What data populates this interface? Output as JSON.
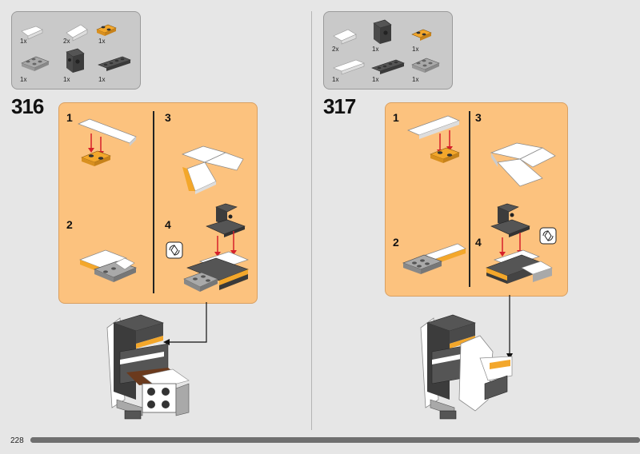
{
  "left_page": {
    "parts": [
      {
        "qty": "1x",
        "name": "white-curved-slope"
      },
      {
        "qty": "2x",
        "name": "white-curved-slope"
      },
      {
        "qty": "1x",
        "name": "orange-plate-1x2"
      },
      {
        "qty": "1x",
        "name": "gray-plate-2x3"
      },
      {
        "qty": "1x",
        "name": "dark-gray-bracket"
      },
      {
        "qty": "1x",
        "name": "dark-gray-plate-1x4"
      }
    ],
    "step_number": "316",
    "substeps": [
      "1",
      "2",
      "3",
      "4"
    ]
  },
  "right_page": {
    "parts": [
      {
        "qty": "2x",
        "name": "white-curved-slope"
      },
      {
        "qty": "1x",
        "name": "dark-gray-bracket"
      },
      {
        "qty": "1x",
        "name": "orange-plate-1x2"
      },
      {
        "qty": "1x",
        "name": "white-plate-long"
      },
      {
        "qty": "1x",
        "name": "dark-gray-plate-1x4"
      },
      {
        "qty": "1x",
        "name": "gray-plate-2x3"
      }
    ],
    "step_number": "317",
    "substeps": [
      "1",
      "2",
      "3",
      "4"
    ]
  },
  "footer": {
    "page_number": "228",
    "progress": 1.0
  },
  "colors": {
    "panel": "#fcc27e",
    "parts_box": "#c9c9c9",
    "background": "#e6e6e6",
    "arrow": "#d6202a",
    "brick_orange": "#f3a72b",
    "brick_dark": "#555555",
    "brick_light": "#a9a9a9"
  }
}
